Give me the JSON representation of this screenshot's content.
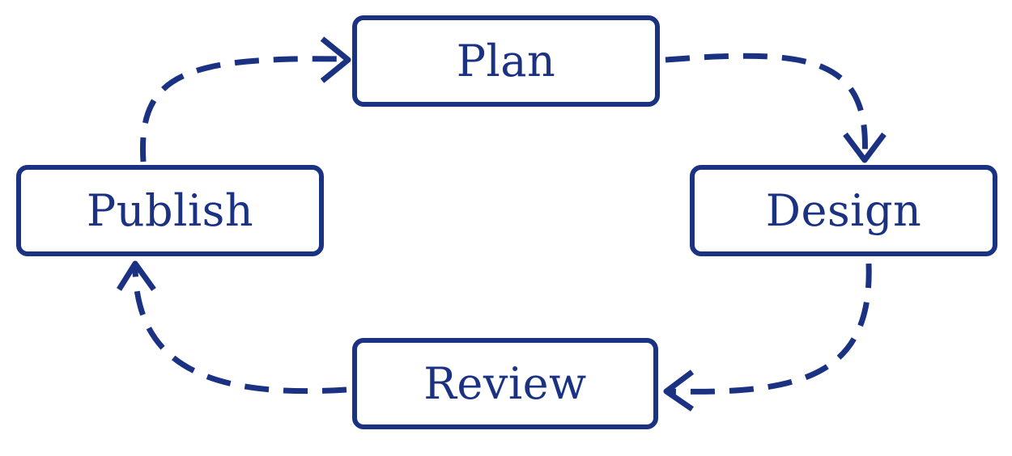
{
  "diagram": {
    "nodes": [
      {
        "id": "plan",
        "label": "Plan"
      },
      {
        "id": "design",
        "label": "Design"
      },
      {
        "id": "review",
        "label": "Review"
      },
      {
        "id": "publish",
        "label": "Publish"
      }
    ],
    "edges": [
      {
        "from": "plan",
        "to": "design",
        "style": "dashed"
      },
      {
        "from": "design",
        "to": "review",
        "style": "dashed"
      },
      {
        "from": "review",
        "to": "publish",
        "style": "dashed"
      },
      {
        "from": "publish",
        "to": "plan",
        "style": "dashed"
      }
    ],
    "colors": {
      "stroke": "#1b3283",
      "text": "#1b3283",
      "background": "#ffffff"
    }
  }
}
